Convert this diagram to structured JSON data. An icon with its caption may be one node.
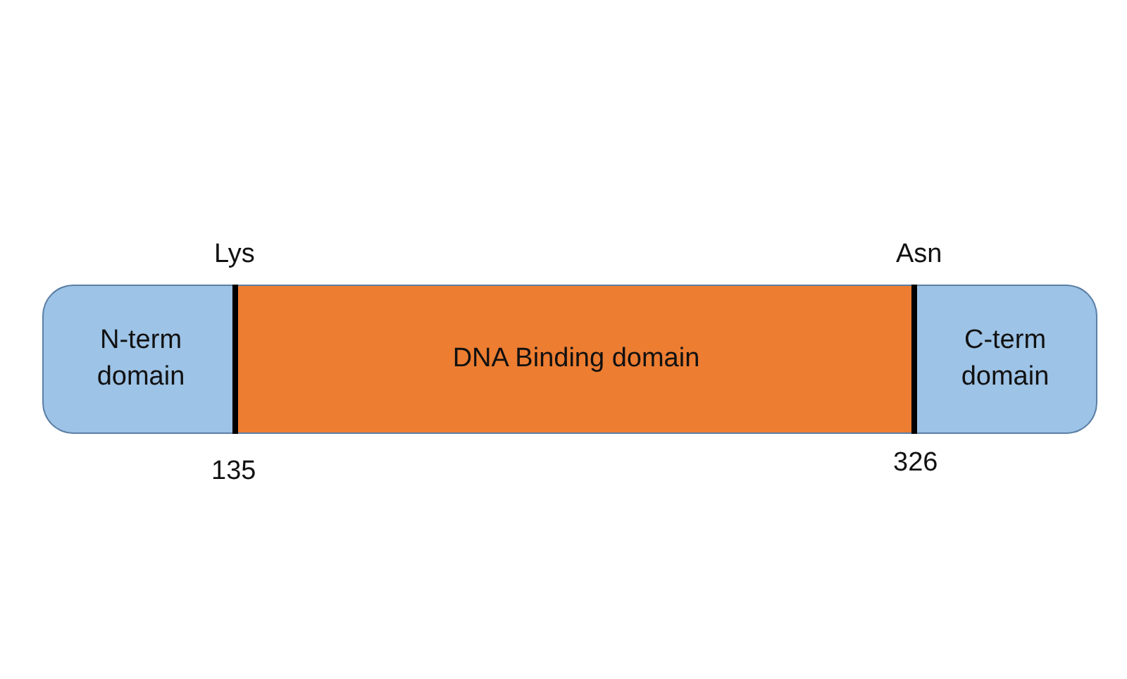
{
  "diagram": {
    "nodes": [
      {
        "text": [
          "N-term domain"
        ]
      },
      {
        "text": [
          "DNA Binding domain"
        ]
      },
      {
        "text": [
          "C-term domain"
        ]
      }
    ],
    "labels": [
      "Lys",
      "Asn",
      "135",
      "326"
    ]
  }
}
